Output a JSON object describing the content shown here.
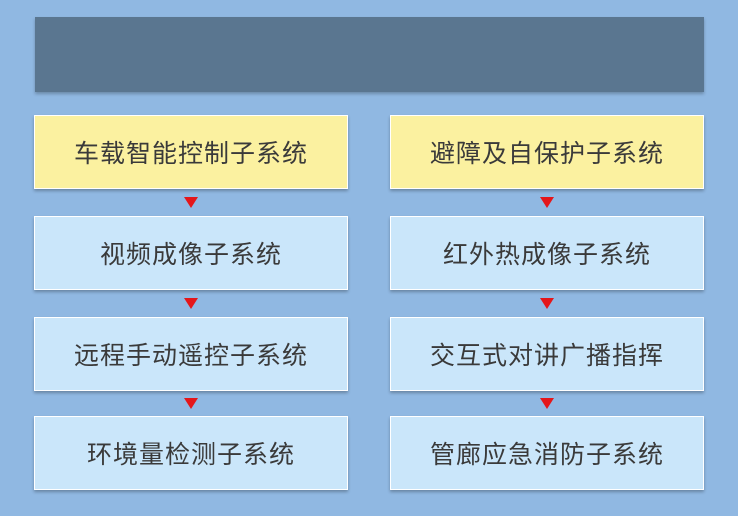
{
  "left_column": {
    "items": [
      "车载智能控制子系统",
      "视频成像子系统",
      "远程手动遥控子系统",
      "环境量检测子系统"
    ]
  },
  "right_column": {
    "items": [
      "避障及自保护子系统",
      "红外热成像子系统",
      "交互式对讲广播指挥",
      "管廊应急消防子系统"
    ]
  },
  "colors": {
    "background": "#90b8e2",
    "header_bar": "#5a7690",
    "top_box": "#fbf1a0",
    "box": "#cae6fa",
    "arrow": "#e4161a"
  }
}
